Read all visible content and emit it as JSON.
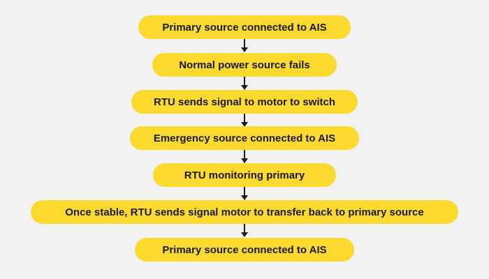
{
  "colors": {
    "background": "#f2f2f2",
    "step_fill": "#fbd92e",
    "text": "#1a1a1a",
    "arrow": "#1a1a1a"
  },
  "steps": [
    "Primary source connected to AIS",
    "Normal power source fails",
    "RTU sends signal to motor to switch",
    "Emergency source connected to AIS",
    "RTU monitoring primary",
    "Once stable, RTU sends signal motor to transfer back to primary source",
    "Primary source connected to AIS"
  ]
}
